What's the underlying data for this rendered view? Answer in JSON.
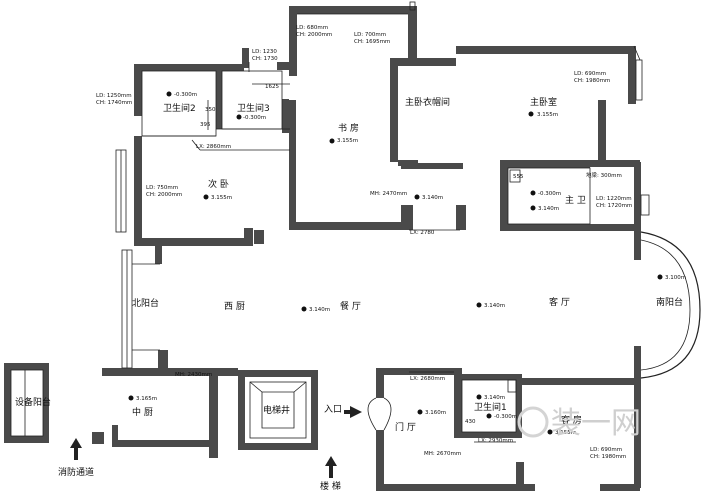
{
  "rooms": {
    "bath2": "卫生间2",
    "bath3": "卫生间3",
    "study": "书 房",
    "master_closet": "主卧衣帽间",
    "master_bedroom": "主卧室",
    "second_bedroom": "次 卧",
    "master_bath": "主 卫",
    "north_balcony": "北阳台",
    "west_kitchen": "西 厨",
    "dining": "餐 厅",
    "living": "客 厅",
    "south_balcony": "南阳台",
    "equipment_balcony": "设备阳台",
    "middle_kitchen": "中 厨",
    "elevator": "电梯井",
    "entrance": "入口",
    "foyer": "门 厅",
    "bath1": "卫生间1",
    "guest_room": "客 房",
    "fire_passage": "消防通道",
    "stairs": "楼 梯"
  },
  "elevations": {
    "bath2": "-0.300m",
    "bath3": "-0.300m",
    "study": "3.155m",
    "master_bedroom": "3.155m",
    "second_bedroom": "3.155m",
    "master_bath_a": "-0.300m",
    "master_bath_b": "3.140m",
    "corridor": "3.140m",
    "dining": "3.140m",
    "living": "3.140m",
    "south_balcony": "3.100m",
    "middle_kitchen": "3.165m",
    "foyer": "3.160m",
    "bath1_a": "3.140m",
    "bath1_b": "-0.300m",
    "guest_room": "3.155m"
  },
  "annotations": {
    "study_ld": "LD: 680mm",
    "study_ch": "CH: 2000mm",
    "study_ld2": "LD: 700mm",
    "study_ch2": "CH: 1695mm",
    "top_ld": "LD: 1230",
    "top_ch": "CH: 1730",
    "dim_1625": "1625",
    "bath2_ld": "LD: 1250mm",
    "bath2_ch": "CH: 1740mm",
    "dim_350": "350",
    "dim_395": "395",
    "lx_2860": "LX: 2860mm",
    "second_ld": "LD: 750mm",
    "second_ch": "CH: 2000mm",
    "mh_2470": "MH: 2470mm",
    "lx_2780": "LX: 2780",
    "master_ld": "LD: 690mm",
    "master_ch": "CH: 1980mm",
    "floor_beam": "地梁: 300mm",
    "dim_555": "555",
    "master_bath_ld": "LD: 1220mm",
    "master_bath_ch": "CH: 1720mm",
    "mh_2430": "MH: 2430mm",
    "lx_2680": "LX: 2680mm",
    "dim_430": "430",
    "lx_2930": "LX: 2930mm",
    "mh_2670": "MH: 2670mm",
    "guest_ld": "LD: 690mm",
    "guest_ch": "CH: 1980mm"
  },
  "watermark": "装一网"
}
